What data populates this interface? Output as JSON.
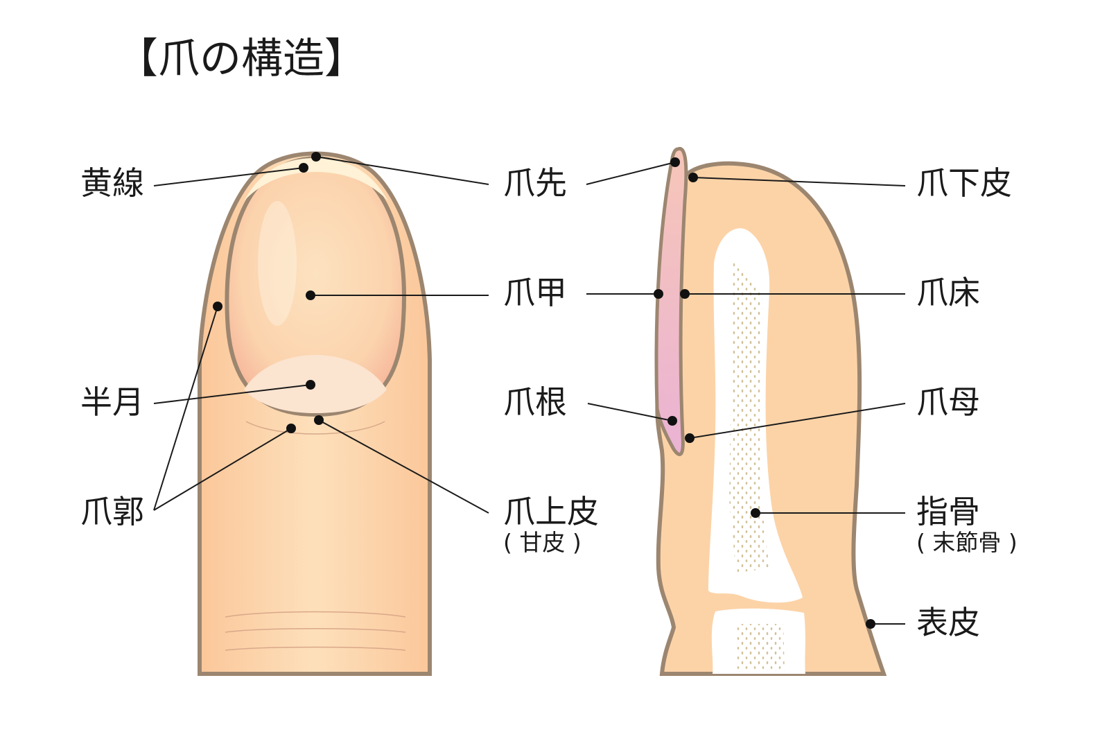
{
  "title": "【爪の構造】",
  "left_labels": {
    "yellow_line": "黄線",
    "half_moon": "半月",
    "nail_fold": "爪郭",
    "nail_tip": "爪先",
    "nail_plate": "爪甲",
    "eponychium": "爪上皮",
    "eponychium_sub": "( 甘皮 )"
  },
  "right_labels": {
    "nail_root": "爪根",
    "hyponychium": "爪下皮",
    "nail_bed": "爪床",
    "matrix": "爪母",
    "finger_bone": "指骨",
    "finger_bone_sub": "( 末節骨 )",
    "epidermis": "表皮"
  },
  "colors": {
    "skin": "#fcd4a8",
    "skin_outline": "#9c8670",
    "nail_pink": "#f6bca2",
    "lunula": "#fbe2cc",
    "bone": "#ffffff",
    "nail_side": "#f0b6c0"
  }
}
